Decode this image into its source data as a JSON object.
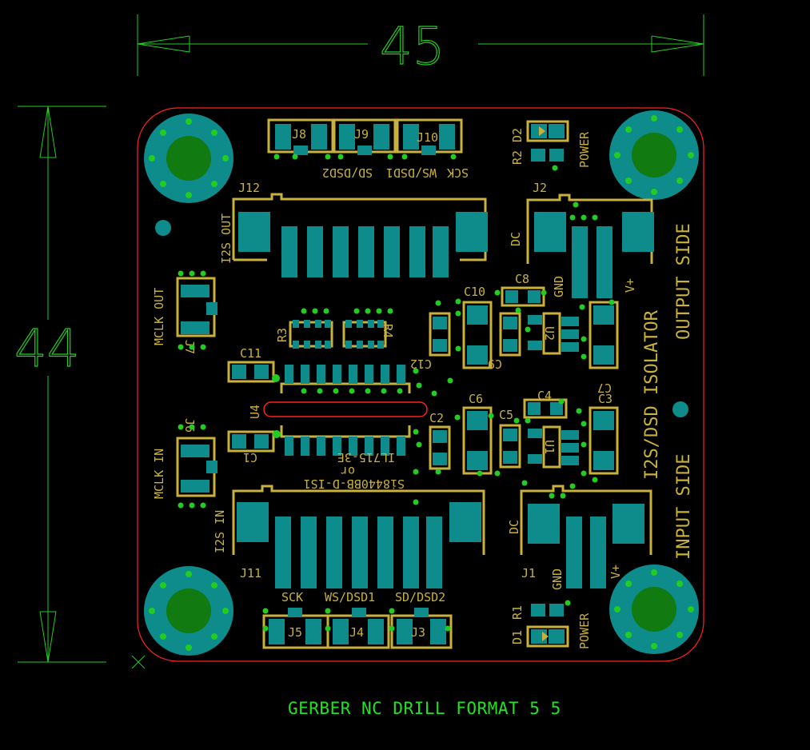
{
  "dimensions": {
    "width_label": "45",
    "height_label": "44"
  },
  "footer": {
    "text": "GERBER NC DRILL FORMAT 5  5"
  },
  "labels": {
    "j8": "J8",
    "j9": "J9",
    "j10": "J10",
    "sck_top": "SCK",
    "ws_top": "WS/DSD1",
    "sd_top": "SD/DSD2",
    "r2": "R2",
    "d2": "D2",
    "power_top": "POWER",
    "j12": "J12",
    "i2s_out": "I2S OUT",
    "j2": "J2",
    "dc_top": "DC",
    "gnd_top": "GND",
    "vplus_top": "V+",
    "output_side": "OUTPUT SIDE",
    "isolator": "I2S/DSD ISOLATOR",
    "input_side": "INPUT SIDE",
    "mclk_out": "MCLK OUT",
    "j7": "J7",
    "mclk_in": "MCLK IN",
    "j6": "J6",
    "r3": "R3",
    "r4": "R4",
    "c10": "C10",
    "c8": "C8",
    "c11": "C11",
    "c12": "C12",
    "c9": "C9",
    "u2": "U2",
    "c7": "C7",
    "u4": "U4",
    "c2": "C2",
    "c6": "C6",
    "c5": "C5",
    "c4": "C4",
    "c3": "C3",
    "u1": "U1",
    "c1": "C1",
    "ic_line1": "Si8440BB-D-IS1",
    "ic_line2": "or",
    "ic_line3": "IL715-3E",
    "i2s_in": "I2S IN",
    "j11": "J11",
    "dc_bot": "DC",
    "j1": "J1",
    "gnd_bot": "GND",
    "vplus_bot": "V+",
    "sck_bot": "SCK",
    "ws_bot": "WS/DSD1",
    "sd_bot": "SD/DSD2",
    "j5": "J5",
    "j4": "J4",
    "j3": "J3",
    "r1": "R1",
    "d1": "D1",
    "power_bot": "POWER"
  },
  "colors": {
    "background": "#000000",
    "dimension": "#22cc22",
    "silkscreen": "#c8b13c",
    "copper": "#0e8b8b",
    "outline": "#ff2020"
  }
}
